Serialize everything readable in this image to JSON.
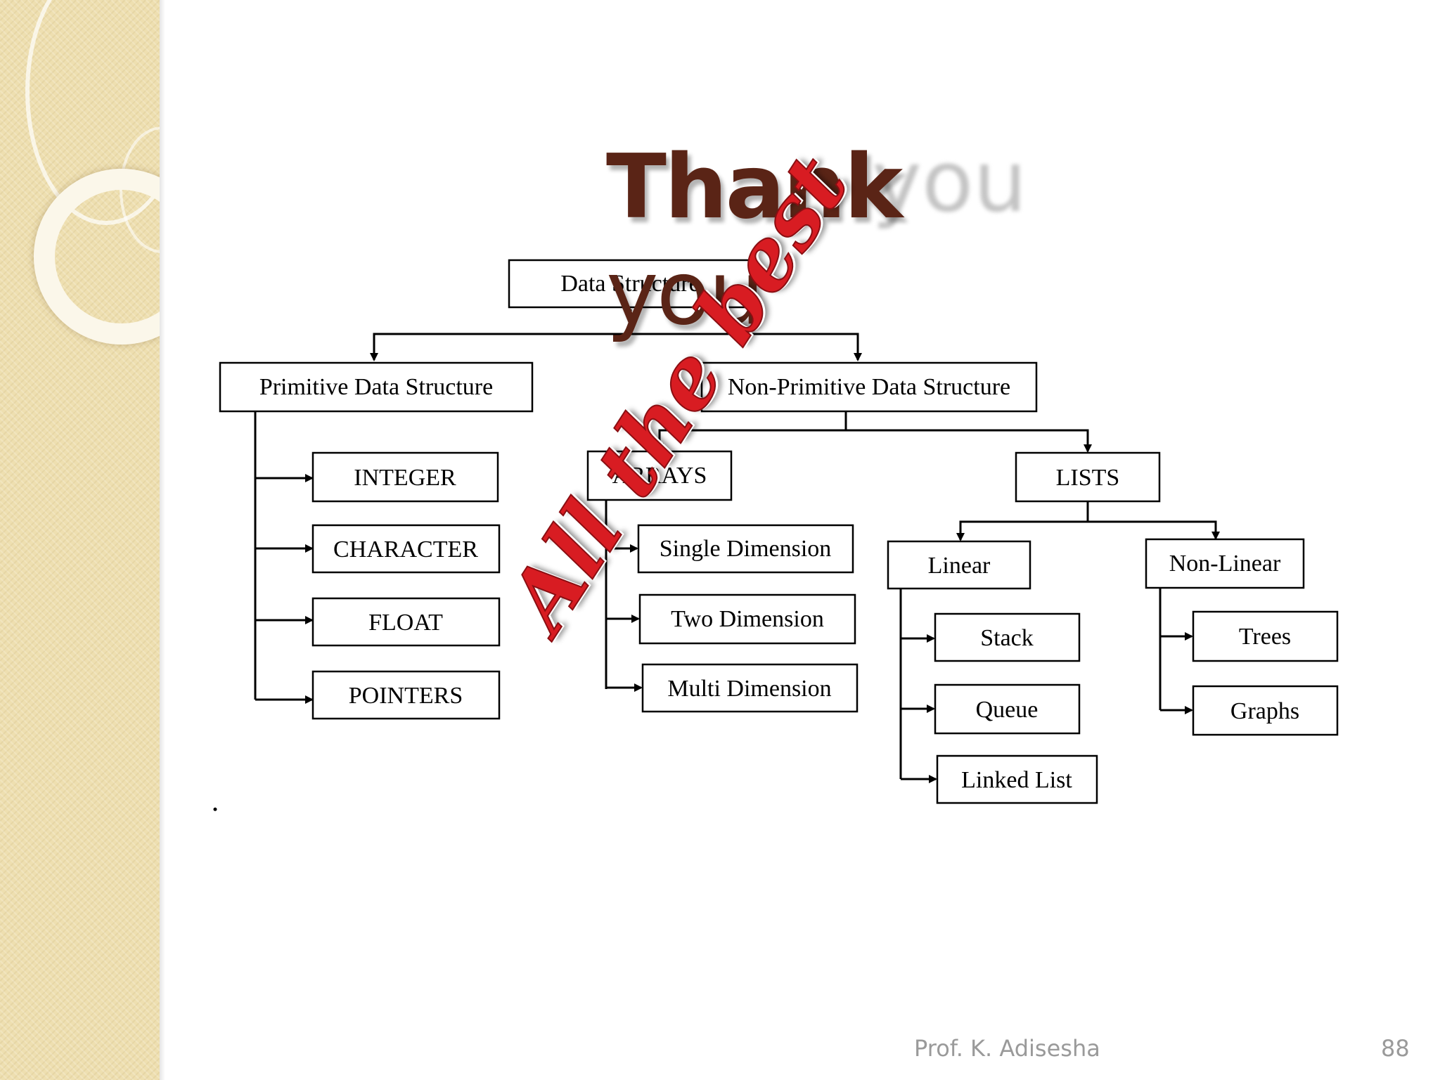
{
  "slide": {
    "title_word1": "Thank",
    "title_word2": "you",
    "title_shadow": "you",
    "stamp_text": "All the best",
    "footer_author": "Prof. K. Adisesha",
    "page_number": "88",
    "colors": {
      "title": "#5a2416",
      "stamp": "#d81c22",
      "sidebar": "#eedfb0",
      "footer": "#9a9a9a"
    }
  },
  "diagram": {
    "nodes": {
      "root": "Data Structure",
      "primitive": "Primitive Data Structure",
      "non_primitive": "Non-Primitive Data Structure",
      "integer": "INTEGER",
      "character": "CHARACTER",
      "float": "FLOAT",
      "pointers": "POINTERS",
      "arrays": "ARRAYS",
      "single_dimension": "Single Dimension",
      "two_dimension": "Two Dimension",
      "multi_dimension": "Multi Dimension",
      "lists": "LISTS",
      "linear": "Linear",
      "non_linear": "Non-Linear",
      "stack": "Stack",
      "queue": "Queue",
      "linked_list": "Linked List",
      "trees": "Trees",
      "graphs": "Graphs"
    }
  }
}
